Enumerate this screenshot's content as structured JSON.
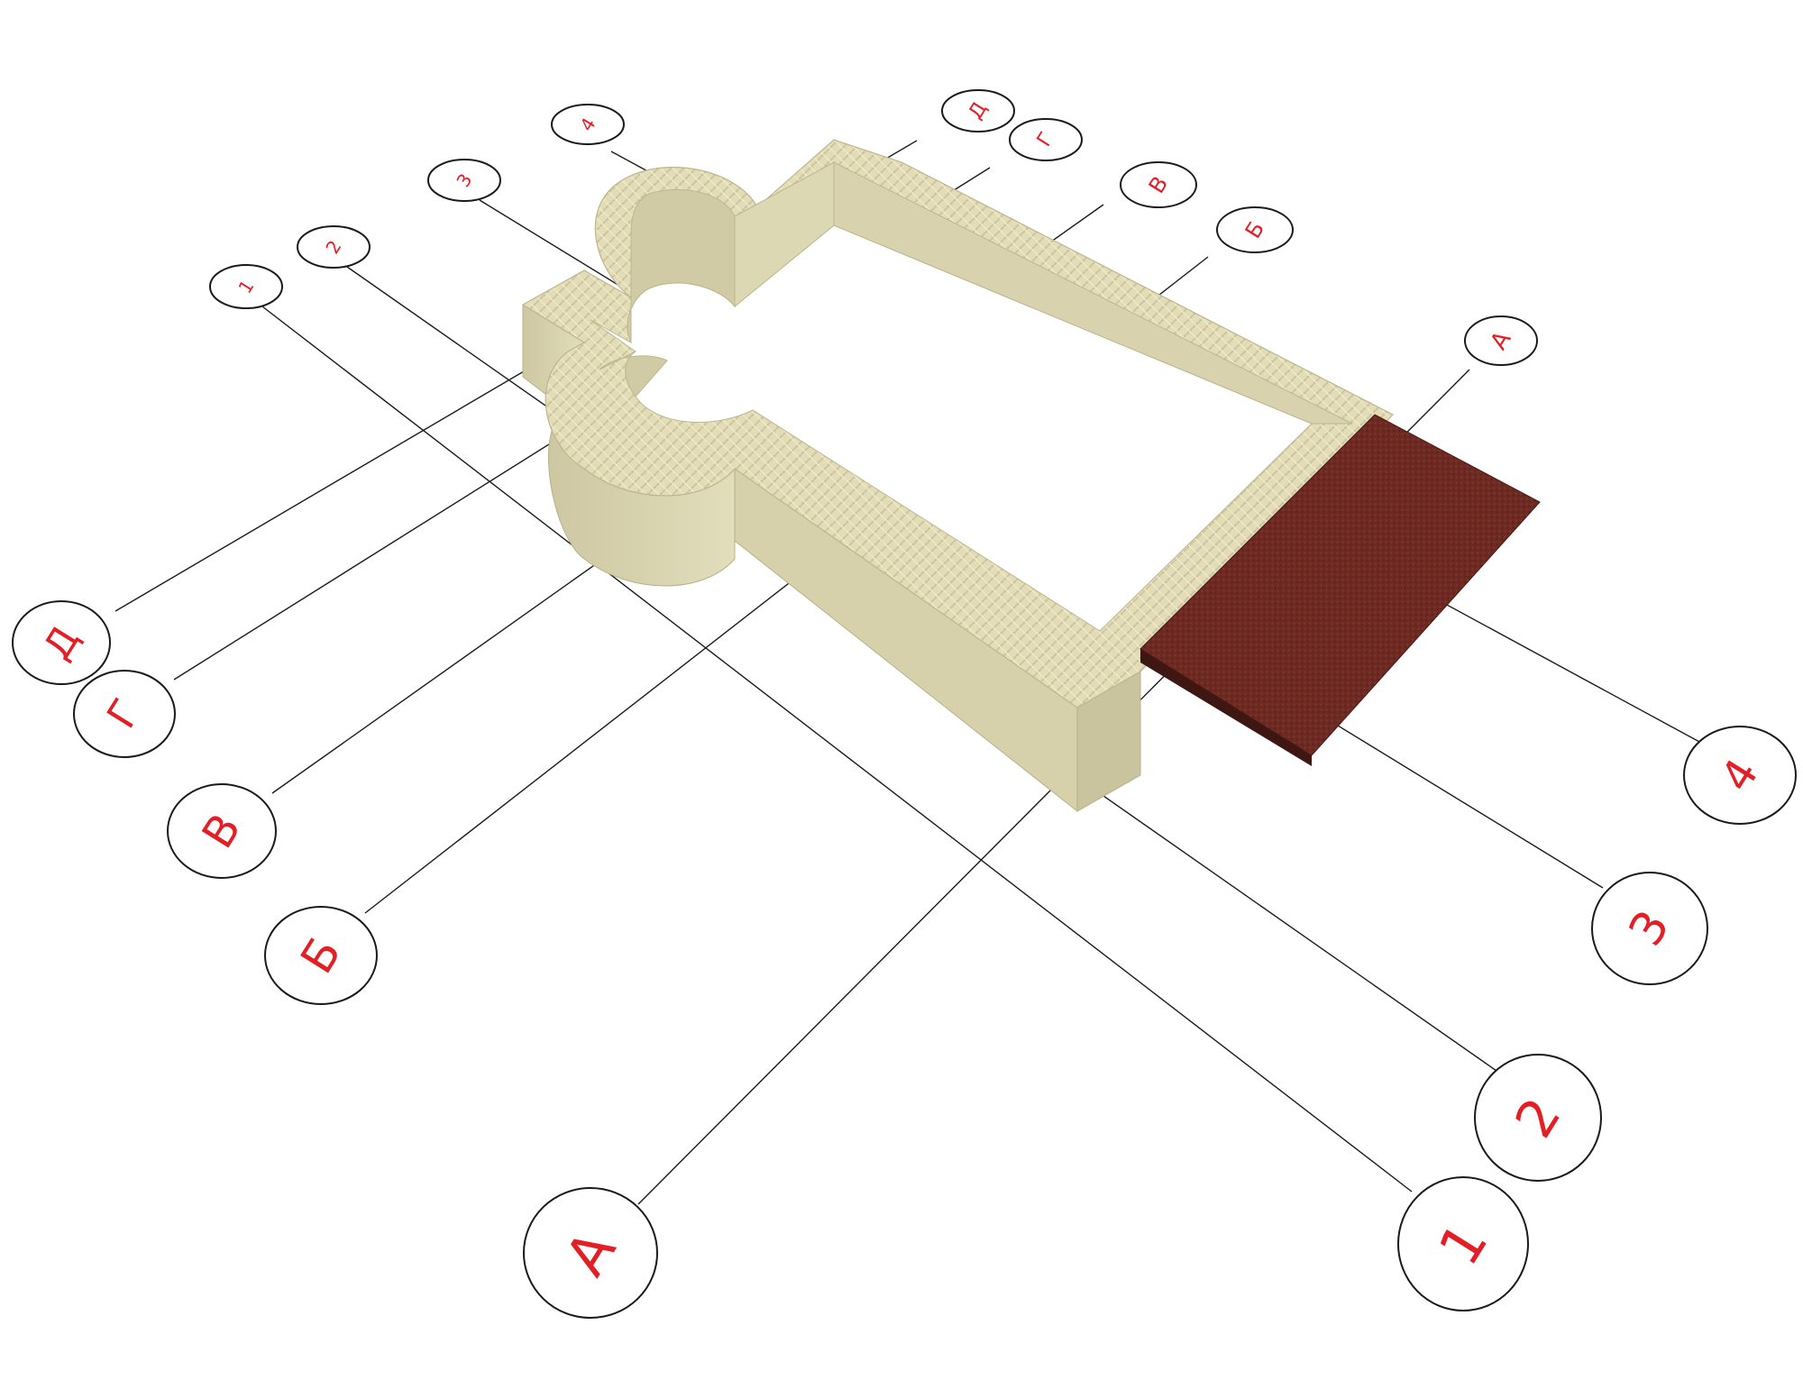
{
  "colors": {
    "label_red": "#e31e24",
    "wall_top": "#e6e0bb",
    "wall_side": "#cfcaa4",
    "wall_inner": "#d9d4b0",
    "ramp_top": "#6e2a22",
    "ramp_side": "#3f1712",
    "line": "#1a1a1a"
  },
  "near_bubbles": {
    "D": "Д",
    "G": "Г",
    "V": "В",
    "B": "Б",
    "A": "А",
    "n1": "1",
    "n2": "2",
    "n3": "3",
    "n4": "4"
  },
  "far_bubbles": {
    "D": "Д",
    "G": "Г",
    "V": "В",
    "B": "Б",
    "A": "А",
    "n1": "1",
    "n2": "2",
    "n3": "3",
    "n4": "4"
  },
  "objects": {
    "walls": "foundation-walls",
    "ramp": "entrance-ramp"
  }
}
